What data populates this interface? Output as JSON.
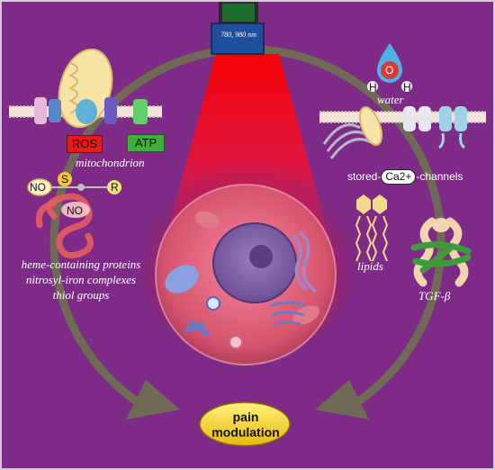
{
  "laser": {
    "wavelengths": "780, 980 nm"
  },
  "left": {
    "ros": "ROS",
    "atp": "ATP",
    "mitochondrion": "mitochondrion",
    "no_top": "NO",
    "s_label": "S",
    "r_label": "R",
    "no_protein": "NO",
    "targets": [
      "heme-containing proteins",
      "nitrosyl-iron complexes",
      "thiol groups"
    ]
  },
  "right": {
    "water": "water",
    "h_left": "H",
    "o_label": "O",
    "h_right": "H",
    "channels_prefix": "stored-",
    "ca": "Ca2+",
    "channels_suffix": "-channels",
    "lipids": "lipids",
    "tgf": "TGF-β"
  },
  "center": {
    "outcome_line1": "pain",
    "outcome_line2": "modulation"
  },
  "colors": {
    "background": "#7d2b86",
    "beam": "#e0102a",
    "arrow": "#6f6a55",
    "outcome": "#f2d21a"
  }
}
